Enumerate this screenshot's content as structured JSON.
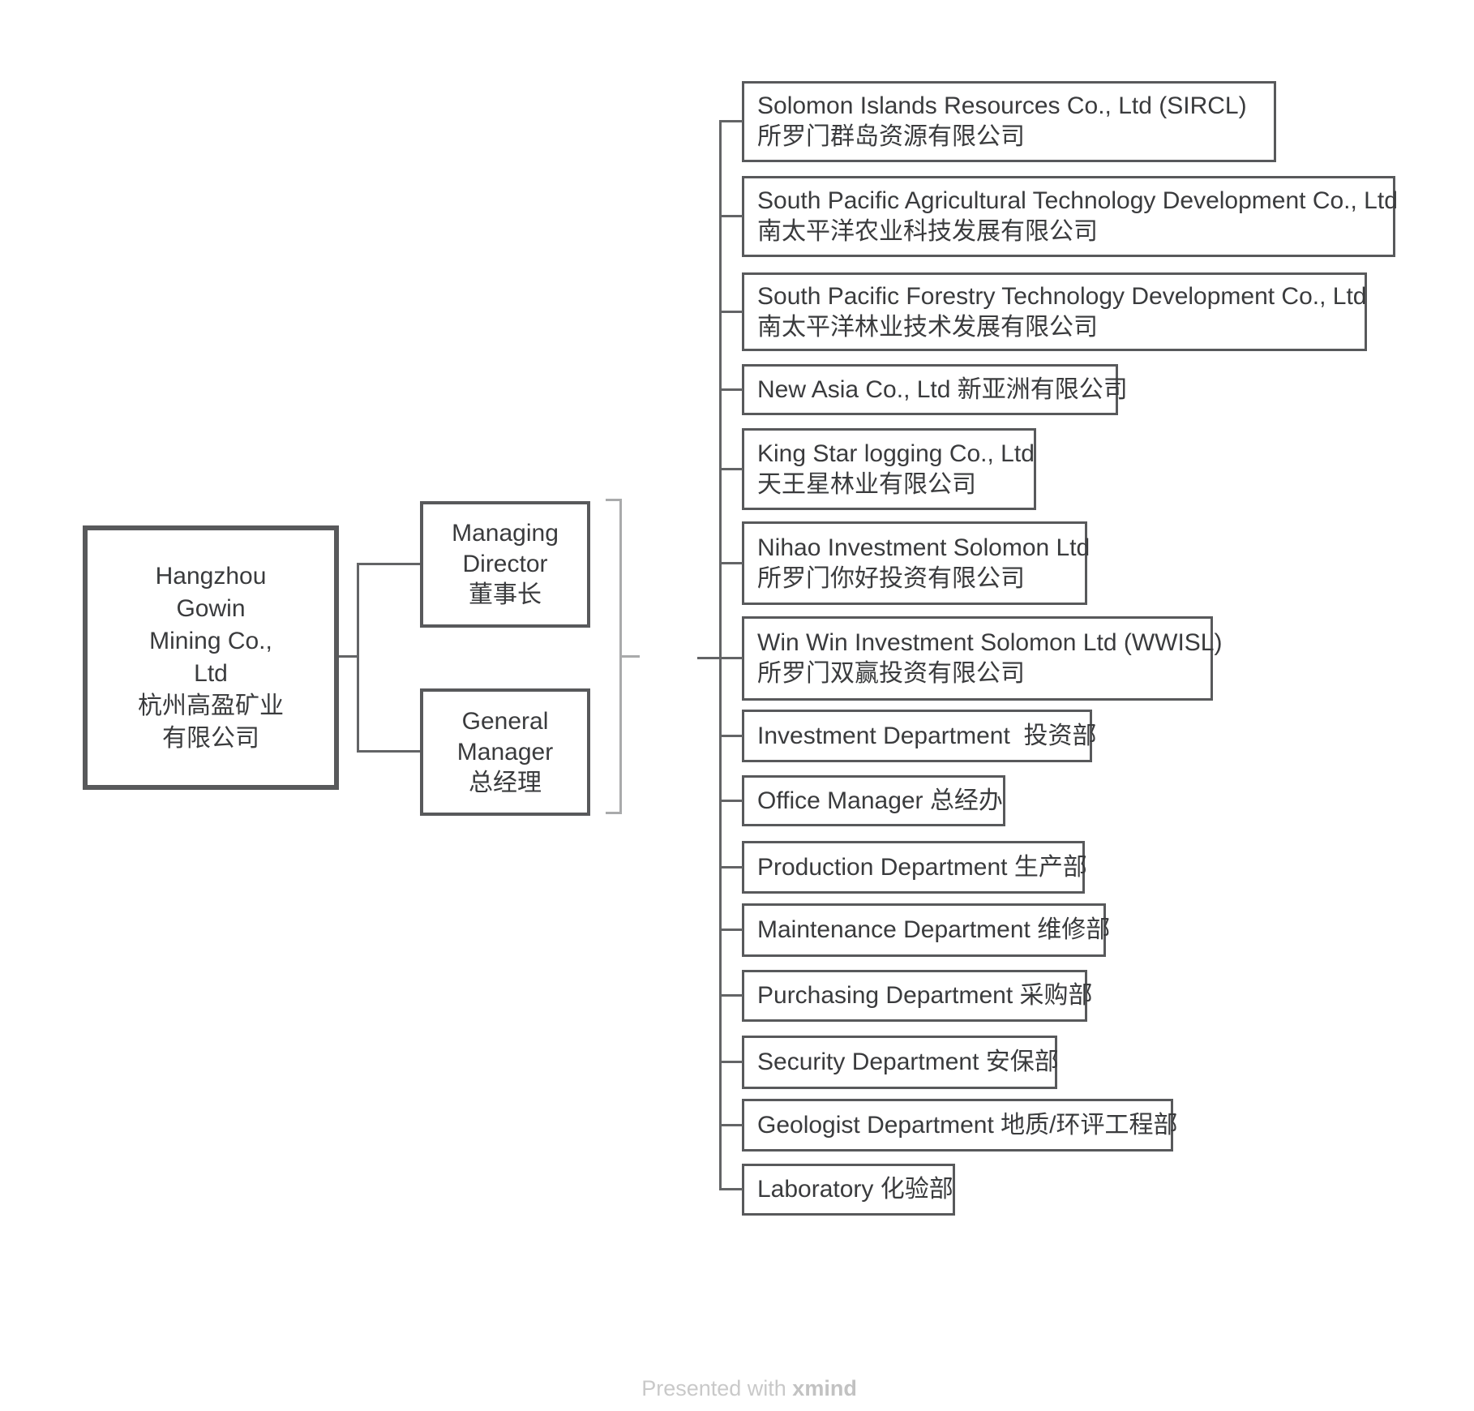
{
  "root": {
    "label": "Hangzhou\nGowin\nMining Co.,\nLtd\n杭州高盈矿业\n有限公司"
  },
  "executives": [
    {
      "label": "Managing\nDirector\n董事长"
    },
    {
      "label": "General\nManager\n总经理"
    }
  ],
  "subsidiaries": [
    {
      "label": "Solomon Islands Resources Co., Ltd (SIRCL)\n所罗门群岛资源有限公司"
    },
    {
      "label": "South Pacific Agricultural Technology Development Co., Ltd\n南太平洋农业科技发展有限公司"
    },
    {
      "label": "South Pacific Forestry Technology Development Co., Ltd\n南太平洋林业技术发展有限公司"
    },
    {
      "label": "New Asia Co., Ltd 新亚洲有限公司"
    },
    {
      "label": "King Star logging Co., Ltd\n天王星林业有限公司"
    },
    {
      "label": "Nihao Investment Solomon Ltd\n所罗门你好投资有限公司"
    },
    {
      "label": "Win Win Investment Solomon Ltd (WWISL)\n所罗门双赢投资有限公司"
    },
    {
      "label": "Investment Department  投资部"
    },
    {
      "label": "Office Manager 总经办"
    },
    {
      "label": "Production Department 生产部"
    },
    {
      "label": "Maintenance Department 维修部"
    },
    {
      "label": "Purchasing Department 采购部"
    },
    {
      "label": "Security Department 安保部"
    },
    {
      "label": "Geologist Department 地质/环评工程部"
    },
    {
      "label": "Laboratory 化验部"
    }
  ],
  "footer": {
    "prefix": "Presented with ",
    "brand": "xmind"
  },
  "colors": {
    "background": "#ffffff",
    "node_border": "#58595b",
    "text": "#3a3b3d",
    "connector": "#636466",
    "bracket": "#a9aaab",
    "watermark": "#c9c9c9"
  }
}
